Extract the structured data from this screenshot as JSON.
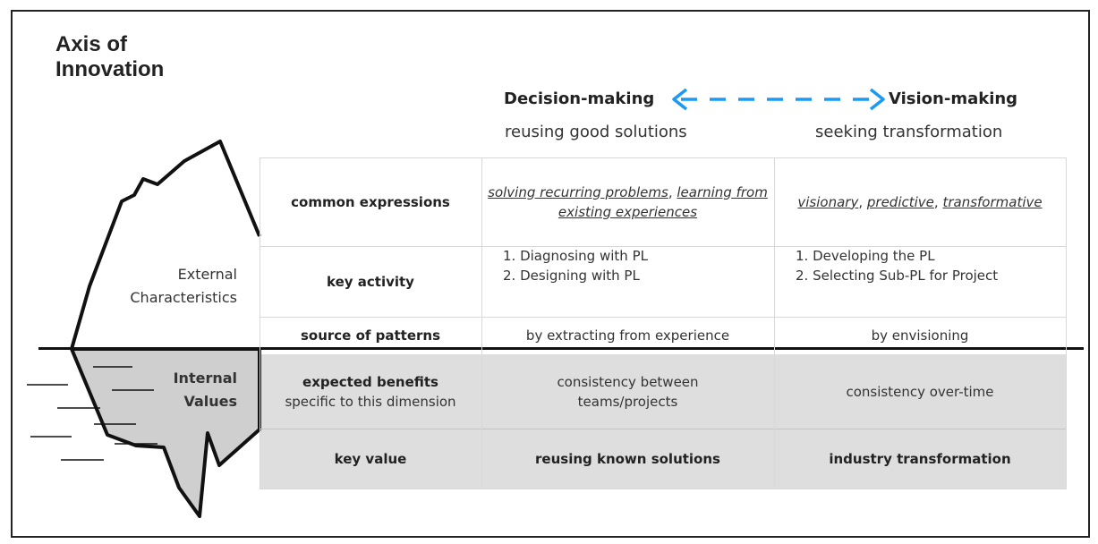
{
  "title": {
    "line1": "Axis of",
    "line2": "Innovation"
  },
  "axis": {
    "left_label": "Decision-making",
    "left_sub": "reusing good solutions",
    "right_label": "Vision-making",
    "right_sub": "seeking transformation",
    "arrow_color": "#1a9af0"
  },
  "iceberg": {
    "external_label_line1": "External",
    "external_label_line2": "Characteristics",
    "internal_label_line1": "Internal",
    "internal_label_line2": "Values"
  },
  "table": {
    "rows": [
      {
        "header": "common expressions",
        "header_sub": "",
        "decision": "solving recurring problems, learning from existing experiences",
        "vision": "visionary, predictive, transformative"
      },
      {
        "header": "key activity",
        "header_sub": "",
        "decision_list": [
          "1. Diagnosing with PL",
          "2. Designing with PL"
        ],
        "vision_list": [
          "1. Developing the PL",
          "2. Selecting Sub-PL for Project"
        ]
      },
      {
        "header": "source of patterns",
        "header_sub": "",
        "decision": "by extracting from experience",
        "vision": "by envisioning"
      },
      {
        "header": "expected benefits",
        "header_sub": "specific to this dimension",
        "decision_line1": "consistency between",
        "decision_line2": "teams/projects",
        "vision": "consistency over-time"
      },
      {
        "header": "key value",
        "header_sub": "",
        "decision": "reusing known solutions",
        "vision": "industry transformation"
      }
    ],
    "common_expr_decision_parts": [
      "solving recurring problems",
      ", ",
      "learning",
      " from existing experiences"
    ],
    "common_expr_vision_parts": [
      "visionary",
      ", ",
      "predictive",
      ", ",
      "transformative"
    ],
    "shade_color": "#dedede"
  }
}
